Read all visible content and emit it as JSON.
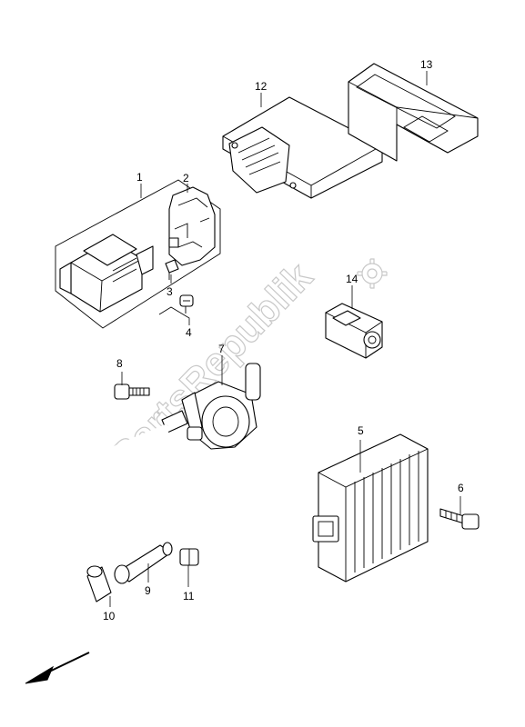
{
  "watermark": {
    "text": "PartsRepublik"
  },
  "callouts": [
    "1",
    "2",
    "3",
    "4",
    "5",
    "6",
    "7",
    "8",
    "9",
    "10",
    "11",
    "12",
    "13",
    "14"
  ]
}
